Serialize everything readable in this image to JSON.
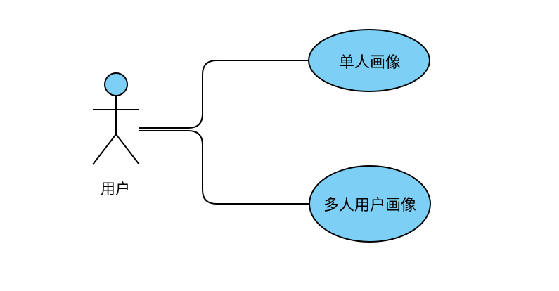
{
  "diagram": {
    "actor": {
      "label": "用户",
      "head_color": "#7dcff5"
    },
    "use_cases": [
      {
        "label": "单人画像",
        "fill": "#7dcff5"
      },
      {
        "label": "多人用户画像",
        "fill": "#7dcff5"
      }
    ],
    "stroke_color": "#000000"
  }
}
